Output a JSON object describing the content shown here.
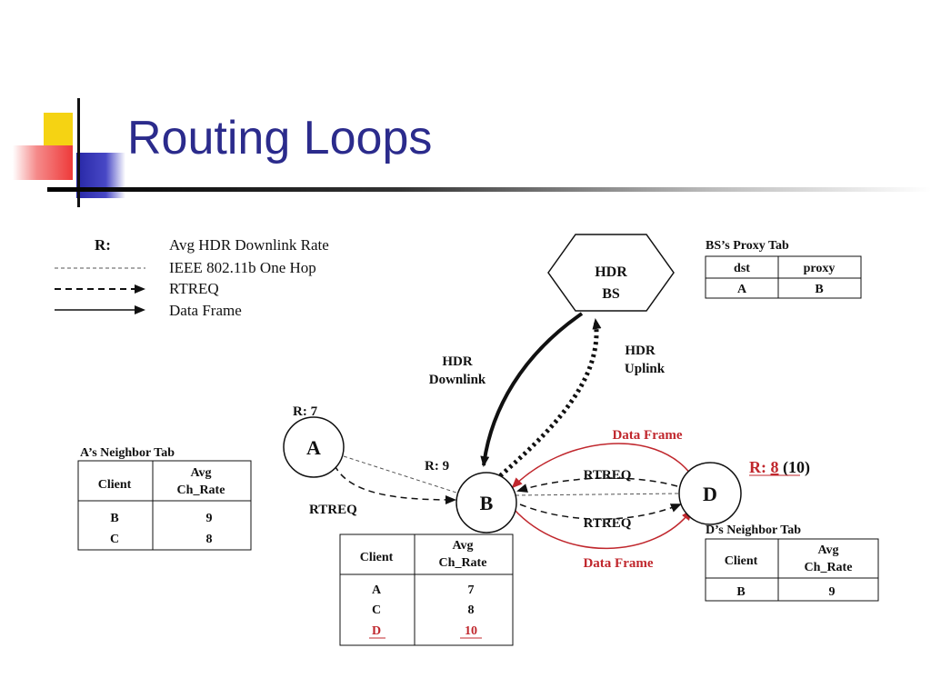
{
  "slide": {
    "title": "Routing Loops"
  },
  "colors": {
    "title": "#2b2b8c",
    "highlight": "#c0272d",
    "deco_yellow": "#f5d313",
    "deco_red": "#ee3a3a",
    "deco_blue": "#2727a6"
  },
  "legend": {
    "r_key": "R:",
    "r_desc": "Avg HDR Downlink Rate",
    "one_hop": "IEEE 802.11b One Hop",
    "rtreq": "RTREQ",
    "data_frame": "Data Frame"
  },
  "bs": {
    "line1": "HDR",
    "line2": "BS"
  },
  "bs_proxy_table": {
    "title": "BS’s Proxy Tab",
    "headers": [
      "dst",
      "proxy"
    ],
    "rows": [
      [
        "A",
        "B"
      ]
    ]
  },
  "links": {
    "downlink_line1": "HDR",
    "downlink_line2": "Downlink",
    "uplink_line1": "HDR",
    "uplink_line2": "Uplink",
    "data_frame_top": "Data Frame",
    "data_frame_bottom": "Data Frame",
    "rtreq_bd_top": "RTREQ",
    "rtreq_bd_bottom": "RTREQ",
    "rtreq_ab": "RTREQ"
  },
  "nodes": {
    "a": {
      "name": "A",
      "rate": "R: 7"
    },
    "b": {
      "name": "B",
      "rate": "R: 9"
    },
    "d": {
      "name": "D",
      "rate_prefix": "R: ",
      "rate_value": "8",
      "rate_suffix": " (10)"
    }
  },
  "a_table": {
    "title": "A’s Neighbor Tab",
    "header_client": "Client",
    "header_rate_1": "Avg",
    "header_rate_2": "Ch_Rate",
    "rows": [
      [
        "B",
        "9"
      ],
      [
        "C",
        "8"
      ]
    ]
  },
  "b_table": {
    "header_client": "Client",
    "header_rate_1": "Avg",
    "header_rate_2": "Ch_Rate",
    "rows": [
      [
        "A",
        "7"
      ],
      [
        "C",
        "8"
      ],
      [
        "D",
        "10"
      ]
    ]
  },
  "d_table": {
    "title": "D’s Neighbor Tab",
    "header_client": "Client",
    "header_rate_1": "Avg",
    "header_rate_2": "Ch_Rate",
    "rows": [
      [
        "B",
        "9"
      ]
    ]
  }
}
